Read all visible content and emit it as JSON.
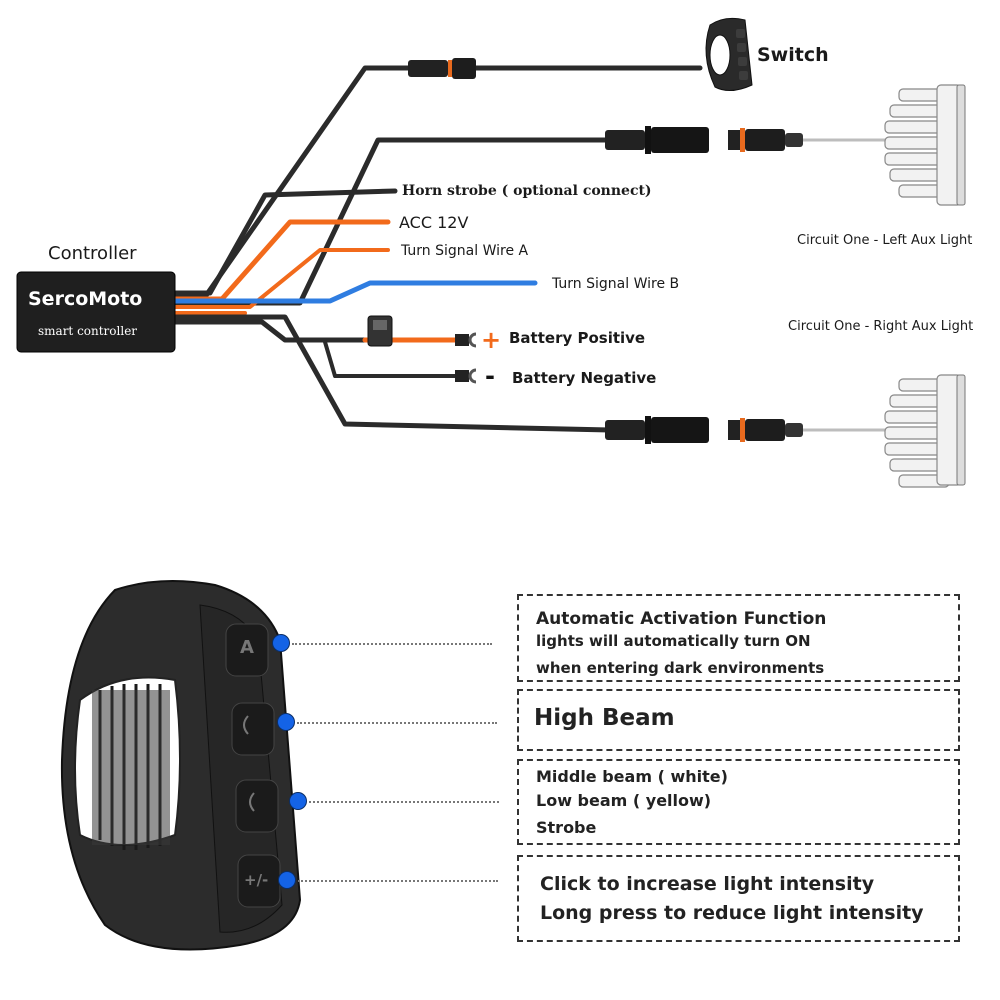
{
  "labels": {
    "switch": "Switch",
    "controller": "Controller",
    "brand": "SercoMoto",
    "brand_sub": "smart controller",
    "horn": "Horn strobe ( optional connect)",
    "acc": "ACC 12V",
    "turn_a": "Turn Signal Wire A",
    "turn_b": "Turn Signal Wire B",
    "batt_pos": "Battery Positive",
    "batt_neg": "Battery Negative",
    "plus_sign": "+",
    "minus_sign": "-",
    "left_light": "Circuit One - Left Aux Light",
    "right_light": "Circuit One - Right Aux Light"
  },
  "functions": {
    "auto_title": "Automatic Activation Function",
    "auto_line1": "lights will automatically turn ON",
    "auto_line2": "when entering dark environments",
    "high_beam": "High Beam",
    "middle": "Middle beam ( white)",
    "low": "Low beam ( yellow)",
    "strobe": "Strobe",
    "intensity_up": "Click to increase light intensity",
    "intensity_down": "Long press to reduce light intensity"
  },
  "buttons": {
    "a_glyph": "A",
    "plus_minus_glyph": "+/-"
  },
  "colors": {
    "wire_black": "#2b2b2b",
    "wire_orange": "#f26a1b",
    "wire_blue": "#2f7de1",
    "controller_bg": "#1f1f1f",
    "dot_blue": "#1463e6"
  }
}
